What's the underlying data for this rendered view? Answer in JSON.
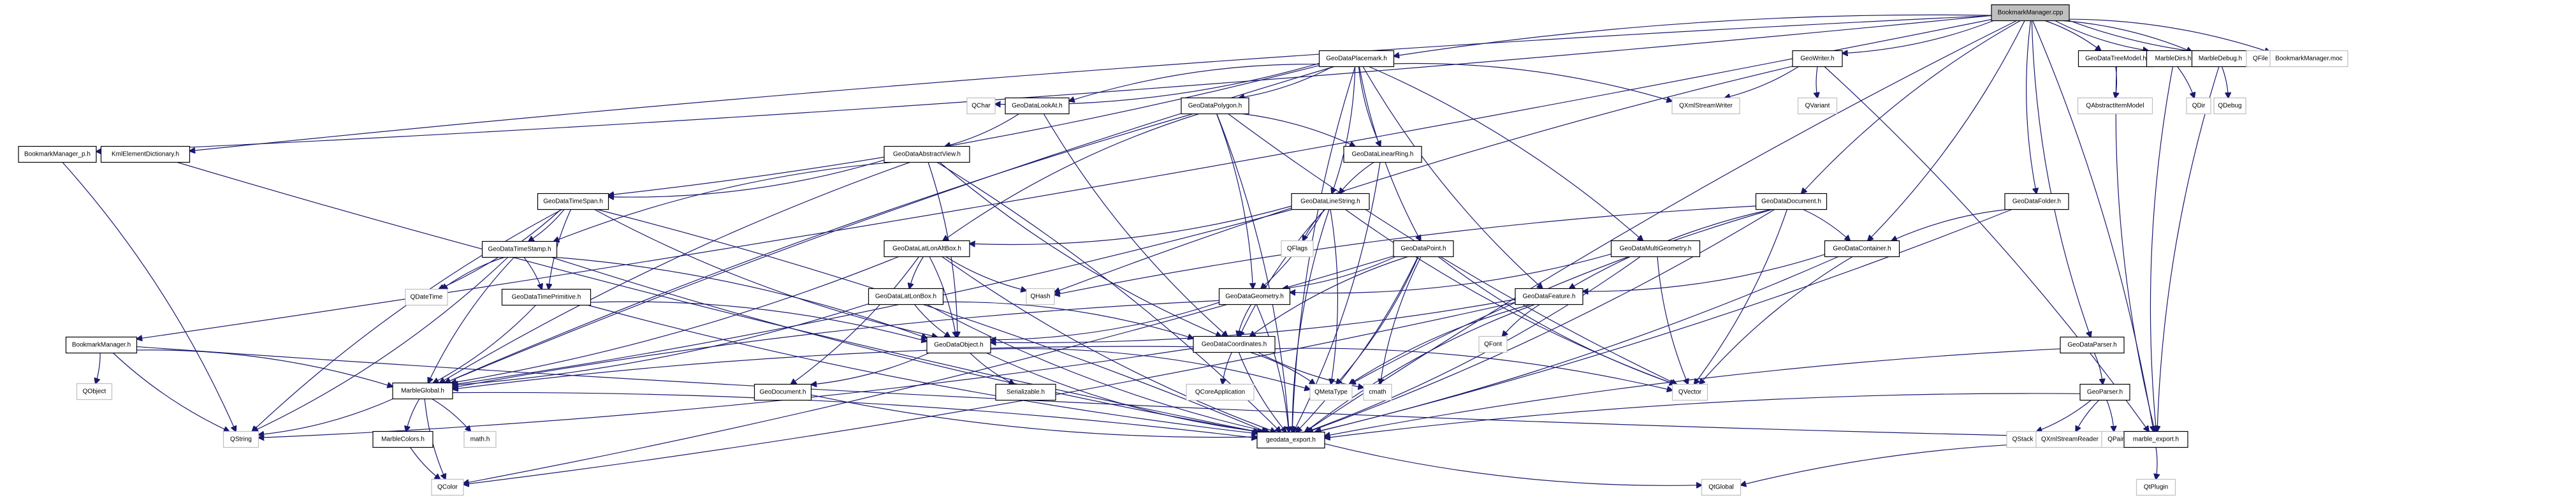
{
  "title": "BookmarkManager.cpp include dependency graph",
  "colors": {
    "edge": "#191970",
    "root_fill": "#bfbfbf",
    "local_border": "#000000",
    "external_border": "#bfbfbf"
  },
  "nodes": [
    {
      "id": "root",
      "label": "BookmarkManager.cpp",
      "kind": "root"
    },
    {
      "id": "bm_p",
      "label": "BookmarkManager_p.h",
      "kind": "local"
    },
    {
      "id": "kml",
      "label": "KmlElementDictionary.h",
      "kind": "local"
    },
    {
      "id": "bm_h",
      "label": "BookmarkManager.h",
      "kind": "local"
    },
    {
      "id": "qobject",
      "label": "QObject",
      "kind": "external"
    },
    {
      "id": "qstring",
      "label": "QString",
      "kind": "external"
    },
    {
      "id": "mglobal",
      "label": "MarbleGlobal.h",
      "kind": "local"
    },
    {
      "id": "mcolors",
      "label": "MarbleColors.h",
      "kind": "local"
    },
    {
      "id": "math",
      "label": "math.h",
      "kind": "external"
    },
    {
      "id": "qcolor",
      "label": "QColor",
      "kind": "external"
    },
    {
      "id": "qdatetime",
      "label": "QDateTime",
      "kind": "external"
    },
    {
      "id": "tprim",
      "label": "GeoDataTimePrimitive.h",
      "kind": "local"
    },
    {
      "id": "tstamp",
      "label": "GeoDataTimeStamp.h",
      "kind": "local"
    },
    {
      "id": "tspan",
      "label": "GeoDataTimeSpan.h",
      "kind": "local"
    },
    {
      "id": "qchar",
      "label": "QChar",
      "kind": "external"
    },
    {
      "id": "lookat",
      "label": "GeoDataLookAt.h",
      "kind": "local"
    },
    {
      "id": "polygon",
      "label": "GeoDataPolygon.h",
      "kind": "local"
    },
    {
      "id": "absview",
      "label": "GeoDataAbstractView.h",
      "kind": "local"
    },
    {
      "id": "llaltbox",
      "label": "GeoDataLatLonAltBox.h",
      "kind": "local"
    },
    {
      "id": "llbox",
      "label": "GeoDataLatLonBox.h",
      "kind": "local"
    },
    {
      "id": "qhash",
      "label": "QHash",
      "kind": "external"
    },
    {
      "id": "object",
      "label": "GeoDataObject.h",
      "kind": "local"
    },
    {
      "id": "serial",
      "label": "Serializable.h",
      "kind": "local"
    },
    {
      "id": "geodoc",
      "label": "GeoDocument.h",
      "kind": "local"
    },
    {
      "id": "placemark",
      "label": "GeoDataPlacemark.h",
      "kind": "local"
    },
    {
      "id": "linring",
      "label": "GeoDataLinearRing.h",
      "kind": "local"
    },
    {
      "id": "linestr",
      "label": "GeoDataLineString.h",
      "kind": "local"
    },
    {
      "id": "qflags",
      "label": "QFlags",
      "kind": "external"
    },
    {
      "id": "point",
      "label": "GeoDataPoint.h",
      "kind": "local"
    },
    {
      "id": "geometry",
      "label": "GeoDataGeometry.h",
      "kind": "local"
    },
    {
      "id": "coords",
      "label": "GeoDataCoordinates.h",
      "kind": "local"
    },
    {
      "id": "qcoreapp",
      "label": "QCoreApplication",
      "kind": "external"
    },
    {
      "id": "qmetatype",
      "label": "QMetaType",
      "kind": "external"
    },
    {
      "id": "cmath",
      "label": "cmath",
      "kind": "external"
    },
    {
      "id": "gexport",
      "label": "geodata_export.h",
      "kind": "local"
    },
    {
      "id": "feature",
      "label": "GeoDataFeature.h",
      "kind": "local"
    },
    {
      "id": "qfont",
      "label": "QFont",
      "kind": "external"
    },
    {
      "id": "writer",
      "label": "GeoWriter.h",
      "kind": "local"
    },
    {
      "id": "qxmlwriter",
      "label": "QXmlStreamWriter",
      "kind": "external"
    },
    {
      "id": "qvariant",
      "label": "QVariant",
      "kind": "external"
    },
    {
      "id": "document",
      "label": "GeoDataDocument.h",
      "kind": "local"
    },
    {
      "id": "multigeom",
      "label": "GeoDataMultiGeometry.h",
      "kind": "local"
    },
    {
      "id": "container",
      "label": "GeoDataContainer.h",
      "kind": "local"
    },
    {
      "id": "folder",
      "label": "GeoDataFolder.h",
      "kind": "local"
    },
    {
      "id": "qvector",
      "label": "QVector",
      "kind": "external"
    },
    {
      "id": "qtglobal",
      "label": "QtGlobal",
      "kind": "external"
    },
    {
      "id": "treemodel",
      "label": "GeoDataTreeModel.h",
      "kind": "local"
    },
    {
      "id": "mdirs",
      "label": "MarbleDirs.h",
      "kind": "local"
    },
    {
      "id": "mdebug",
      "label": "MarbleDebug.h",
      "kind": "local"
    },
    {
      "id": "qfile",
      "label": "QFile",
      "kind": "external"
    },
    {
      "id": "moc",
      "label": "BookmarkManager.moc",
      "kind": "external"
    },
    {
      "id": "qaim",
      "label": "QAbstractItemModel",
      "kind": "external"
    },
    {
      "id": "qdir",
      "label": "QDir",
      "kind": "external"
    },
    {
      "id": "qdebug",
      "label": "QDebug",
      "kind": "external"
    },
    {
      "id": "dparser",
      "label": "GeoDataParser.h",
      "kind": "local"
    },
    {
      "id": "gparser",
      "label": "GeoParser.h",
      "kind": "local"
    },
    {
      "id": "qstack",
      "label": "QStack",
      "kind": "external"
    },
    {
      "id": "qxmlreader",
      "label": "QXmlStreamReader",
      "kind": "external"
    },
    {
      "id": "qpair",
      "label": "QPair",
      "kind": "external"
    },
    {
      "id": "mexport",
      "label": "marble_export.h",
      "kind": "local"
    },
    {
      "id": "qtplugin",
      "label": "QtPlugin",
      "kind": "external"
    }
  ],
  "edges": [
    [
      "root",
      "bm_p"
    ],
    [
      "root",
      "kml"
    ],
    [
      "root",
      "bm_h"
    ],
    [
      "root",
      "placemark"
    ],
    [
      "root",
      "writer"
    ],
    [
      "root",
      "document"
    ],
    [
      "root",
      "container"
    ],
    [
      "root",
      "folder"
    ],
    [
      "root",
      "treemodel"
    ],
    [
      "root",
      "mdirs"
    ],
    [
      "root",
      "mdebug"
    ],
    [
      "root",
      "qfile"
    ],
    [
      "root",
      "moc"
    ],
    [
      "root",
      "dparser"
    ],
    [
      "root",
      "mexport"
    ],
    [
      "root",
      "gexport"
    ],
    [
      "bm_p",
      "qstring"
    ],
    [
      "kml",
      "gexport"
    ],
    [
      "bm_h",
      "qobject"
    ],
    [
      "bm_h",
      "qstring"
    ],
    [
      "bm_h",
      "mglobal"
    ],
    [
      "bm_h",
      "mexport"
    ],
    [
      "mglobal",
      "qstring"
    ],
    [
      "mglobal",
      "mcolors"
    ],
    [
      "mglobal",
      "math"
    ],
    [
      "mglobal",
      "qcolor"
    ],
    [
      "mglobal",
      "gexport"
    ],
    [
      "mcolors",
      "qcolor"
    ],
    [
      "placemark",
      "polygon"
    ],
    [
      "placemark",
      "lookat"
    ],
    [
      "placemark",
      "qchar"
    ],
    [
      "placemark",
      "linring"
    ],
    [
      "placemark",
      "linestr"
    ],
    [
      "placemark",
      "point"
    ],
    [
      "placemark",
      "multigeom"
    ],
    [
      "placemark",
      "feature"
    ],
    [
      "placemark",
      "qxmlwriter"
    ],
    [
      "placemark",
      "gexport"
    ],
    [
      "placemark",
      "tspan"
    ],
    [
      "placemark",
      "mglobal"
    ],
    [
      "lookat",
      "absview"
    ],
    [
      "lookat",
      "coords"
    ],
    [
      "polygon",
      "linring"
    ],
    [
      "polygon",
      "llaltbox"
    ],
    [
      "polygon",
      "geometry"
    ],
    [
      "polygon",
      "qvector"
    ],
    [
      "polygon",
      "gexport"
    ],
    [
      "polygon",
      "mglobal"
    ],
    [
      "absview",
      "tspan"
    ],
    [
      "absview",
      "tstamp"
    ],
    [
      "absview",
      "object"
    ],
    [
      "absview",
      "coords"
    ],
    [
      "absview",
      "gexport"
    ],
    [
      "absview",
      "mglobal"
    ],
    [
      "tspan",
      "tstamp"
    ],
    [
      "tspan",
      "tprim"
    ],
    [
      "tspan",
      "qdatetime"
    ],
    [
      "tspan",
      "object"
    ],
    [
      "tspan",
      "gexport"
    ],
    [
      "tspan",
      "qstring"
    ],
    [
      "tstamp",
      "tprim"
    ],
    [
      "tstamp",
      "qdatetime"
    ],
    [
      "tstamp",
      "object"
    ],
    [
      "tstamp",
      "gexport"
    ],
    [
      "tstamp",
      "qstring"
    ],
    [
      "tstamp",
      "mglobal"
    ],
    [
      "tprim",
      "object"
    ],
    [
      "tprim",
      "gexport"
    ],
    [
      "tprim",
      "mglobal"
    ],
    [
      "linring",
      "linestr"
    ],
    [
      "linring",
      "gexport"
    ],
    [
      "linestr",
      "qflags"
    ],
    [
      "linestr",
      "geometry"
    ],
    [
      "linestr",
      "coords"
    ],
    [
      "linestr",
      "llaltbox"
    ],
    [
      "linestr",
      "qvector"
    ],
    [
      "linestr",
      "qmetatype"
    ],
    [
      "linestr",
      "gexport"
    ],
    [
      "linestr",
      "mglobal"
    ],
    [
      "llaltbox",
      "llbox"
    ],
    [
      "llaltbox",
      "object"
    ],
    [
      "llaltbox",
      "qhash"
    ],
    [
      "llaltbox",
      "geodoc"
    ],
    [
      "llaltbox",
      "gexport"
    ],
    [
      "llaltbox",
      "mglobal"
    ],
    [
      "llbox",
      "object"
    ],
    [
      "llbox",
      "coords"
    ],
    [
      "llbox",
      "gexport"
    ],
    [
      "llbox",
      "mglobal"
    ],
    [
      "object",
      "serial"
    ],
    [
      "object",
      "geodoc"
    ],
    [
      "object",
      "gexport"
    ],
    [
      "object",
      "qmetatype"
    ],
    [
      "geodoc",
      "gexport"
    ],
    [
      "geometry",
      "object"
    ],
    [
      "geometry",
      "coords"
    ],
    [
      "geometry",
      "gexport"
    ],
    [
      "geometry",
      "mglobal"
    ],
    [
      "point",
      "geometry"
    ],
    [
      "point",
      "coords"
    ],
    [
      "point",
      "qmetatype"
    ],
    [
      "point",
      "cmath"
    ],
    [
      "point",
      "gexport"
    ],
    [
      "point",
      "qvector"
    ],
    [
      "point",
      "qcolor"
    ],
    [
      "coords",
      "qcoreapp"
    ],
    [
      "coords",
      "qmetatype"
    ],
    [
      "coords",
      "cmath"
    ],
    [
      "coords",
      "qvector"
    ],
    [
      "coords",
      "gexport"
    ],
    [
      "coords",
      "qstring"
    ],
    [
      "coords",
      "mglobal"
    ],
    [
      "multigeom",
      "geometry"
    ],
    [
      "multigeom",
      "qvector"
    ],
    [
      "multigeom",
      "gexport"
    ],
    [
      "feature",
      "qfont"
    ],
    [
      "feature",
      "object"
    ],
    [
      "feature",
      "gexport"
    ],
    [
      "feature",
      "qcolor"
    ],
    [
      "feature",
      "qmetatype"
    ],
    [
      "writer",
      "qxmlwriter"
    ],
    [
      "writer",
      "qvariant"
    ],
    [
      "writer",
      "mexport"
    ],
    [
      "writer",
      "qhash"
    ],
    [
      "document",
      "container"
    ],
    [
      "document",
      "feature"
    ],
    [
      "document",
      "qvector"
    ],
    [
      "document",
      "qmetatype"
    ],
    [
      "document",
      "gexport"
    ],
    [
      "document",
      "qhash"
    ],
    [
      "container",
      "feature"
    ],
    [
      "container",
      "qvector"
    ],
    [
      "container",
      "gexport"
    ],
    [
      "folder",
      "container"
    ],
    [
      "folder",
      "gexport"
    ],
    [
      "gexport",
      "qtglobal"
    ],
    [
      "treemodel",
      "qaim"
    ],
    [
      "treemodel",
      "mexport"
    ],
    [
      "mdirs",
      "qdir"
    ],
    [
      "mdirs",
      "mexport"
    ],
    [
      "mdebug",
      "qdebug"
    ],
    [
      "mdebug",
      "mexport"
    ],
    [
      "dparser",
      "gparser"
    ],
    [
      "dparser",
      "gexport"
    ],
    [
      "gparser",
      "qstack"
    ],
    [
      "gparser",
      "qxmlreader"
    ],
    [
      "gparser",
      "qpair"
    ],
    [
      "gparser",
      "gexport"
    ],
    [
      "mexport",
      "qtplugin"
    ],
    [
      "mexport",
      "qtglobal"
    ]
  ]
}
